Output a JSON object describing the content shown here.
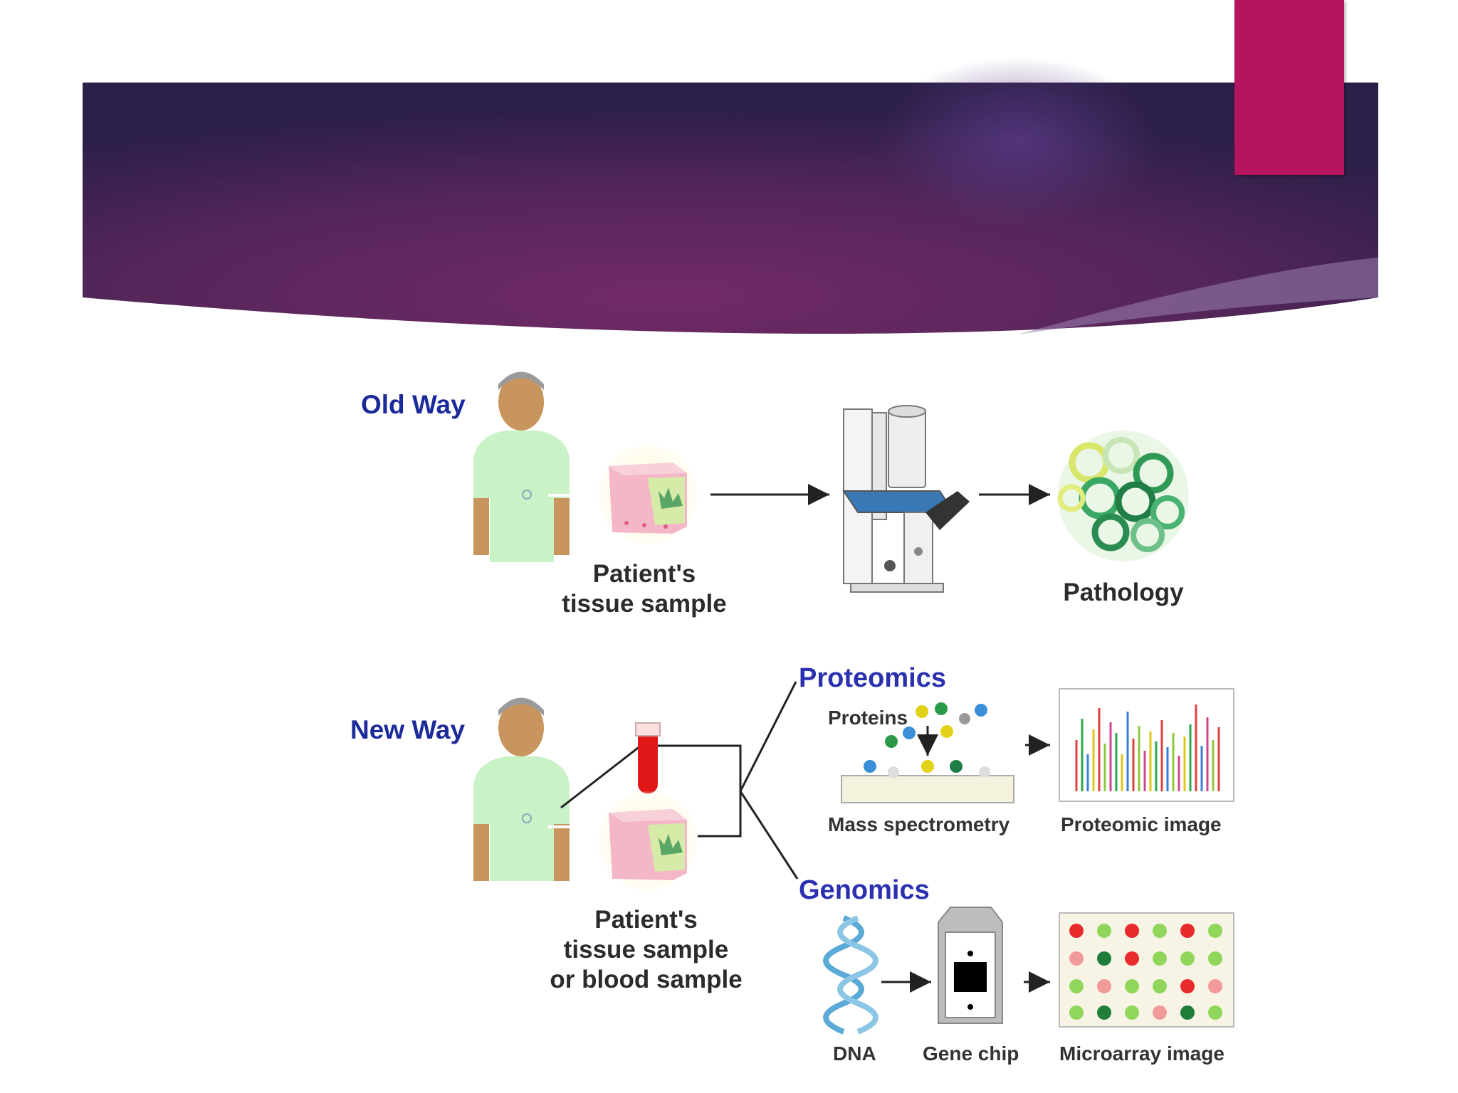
{
  "colors": {
    "banner_dark": "#2e1f4d",
    "banner_mid": "#6b2b63",
    "accent_tab": "#b5145e",
    "label_blue": "#1c2a9a",
    "patient_shirt": "#c9f2c7",
    "patient_skin": "#c8955e",
    "blood": "#e01818"
  },
  "diagram": {
    "old_way": {
      "label": "Old Way",
      "sample_caption_line1": "Patient's",
      "sample_caption_line2": "tissue sample",
      "result_label": "Pathology"
    },
    "new_way": {
      "label": "New Way",
      "sample_caption_line1": "Patient's",
      "sample_caption_line2": "tissue sample",
      "sample_caption_line3": "or blood sample",
      "proteomics": {
        "title": "Proteomics",
        "proteins_label": "Proteins",
        "method_label": "Mass spectrometry",
        "result_label": "Proteomic image"
      },
      "genomics": {
        "title": "Genomics",
        "dna_label": "DNA",
        "chip_label": "Gene chip",
        "result_label": "Microarray image"
      }
    }
  }
}
